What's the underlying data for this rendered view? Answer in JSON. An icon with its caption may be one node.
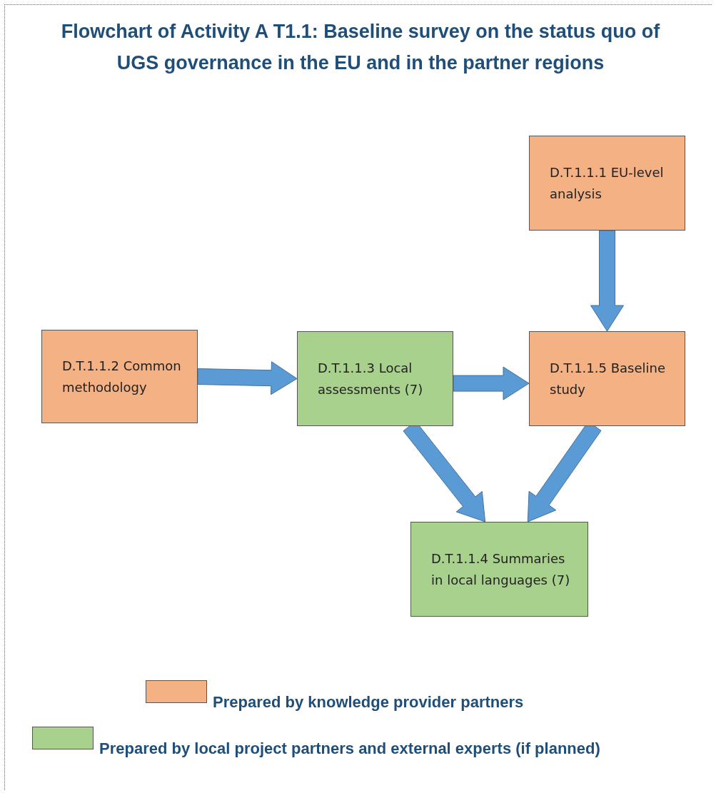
{
  "diagram": {
    "title": "Flowchart of Activity A T1.1: Baseline survey on the status quo of UGS governance in the EU and in the partner regions",
    "nodes": [
      {
        "text": [
          "D.T.1.1.1 EU-level analysis"
        ]
      },
      {
        "text": [
          "D.T.1.1.2 Common methodology"
        ]
      },
      {
        "text": [
          "D.T.1.1.3 Local assessments (7)"
        ]
      },
      {
        "text": [
          "D.T.1.1.5 Baseline study"
        ]
      },
      {
        "text": [
          "D.T.1.1.4 Summaries in local languages (7)"
        ]
      }
    ],
    "edges": [
      {
        "from": 0,
        "to": 3,
        "arrow": "to"
      },
      {
        "from": 1,
        "to": 2,
        "arrow": "to"
      },
      {
        "from": 2,
        "to": 3,
        "arrow": "to"
      },
      {
        "from": 2,
        "to": 4,
        "arrow": "to"
      },
      {
        "from": 3,
        "to": 4,
        "arrow": "to"
      }
    ],
    "legend": [
      {
        "text": "Prepared by knowledge provider partners",
        "color": "#f4b183"
      },
      {
        "text": "Prepared by local project partners and external experts (if planned)",
        "color": "#a9d18e"
      }
    ]
  }
}
